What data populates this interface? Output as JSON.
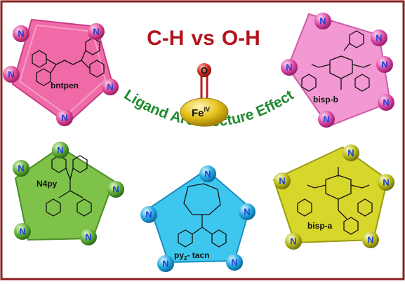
{
  "title": {
    "left": "C-H",
    "middle": "vs",
    "right": "O-H",
    "color": "#b3121d"
  },
  "arc_label": "Ligand Architecture Effect",
  "arc_color": "#1e8a2e",
  "center": {
    "oxygen": "O",
    "metal": "Fe",
    "oxidation": "IV"
  },
  "node_letter": "N",
  "ligands": [
    {
      "name": "bntpen",
      "fill": "#f06aa8",
      "ball": "#d63f8f"
    },
    {
      "name": "bisp-b",
      "fill": "#f298d2",
      "ball": "#d6479f"
    },
    {
      "name": "N4py",
      "fill": "#7fc24a",
      "ball": "#4f9e2f"
    },
    {
      "name": "py2- tacn",
      "name_base": "py",
      "name_sub": "2",
      "name_rest": "- tacn",
      "fill": "#3ec7ee",
      "ball": "#1a9fd6"
    },
    {
      "name": "bisp-a",
      "fill": "#d7d62a",
      "ball": "#aeb012"
    }
  ],
  "colors": {
    "border": "#8a1f1f",
    "iron": "#e6c21c",
    "oxygen": "#c62828",
    "n_text": "#1f3fd6"
  }
}
